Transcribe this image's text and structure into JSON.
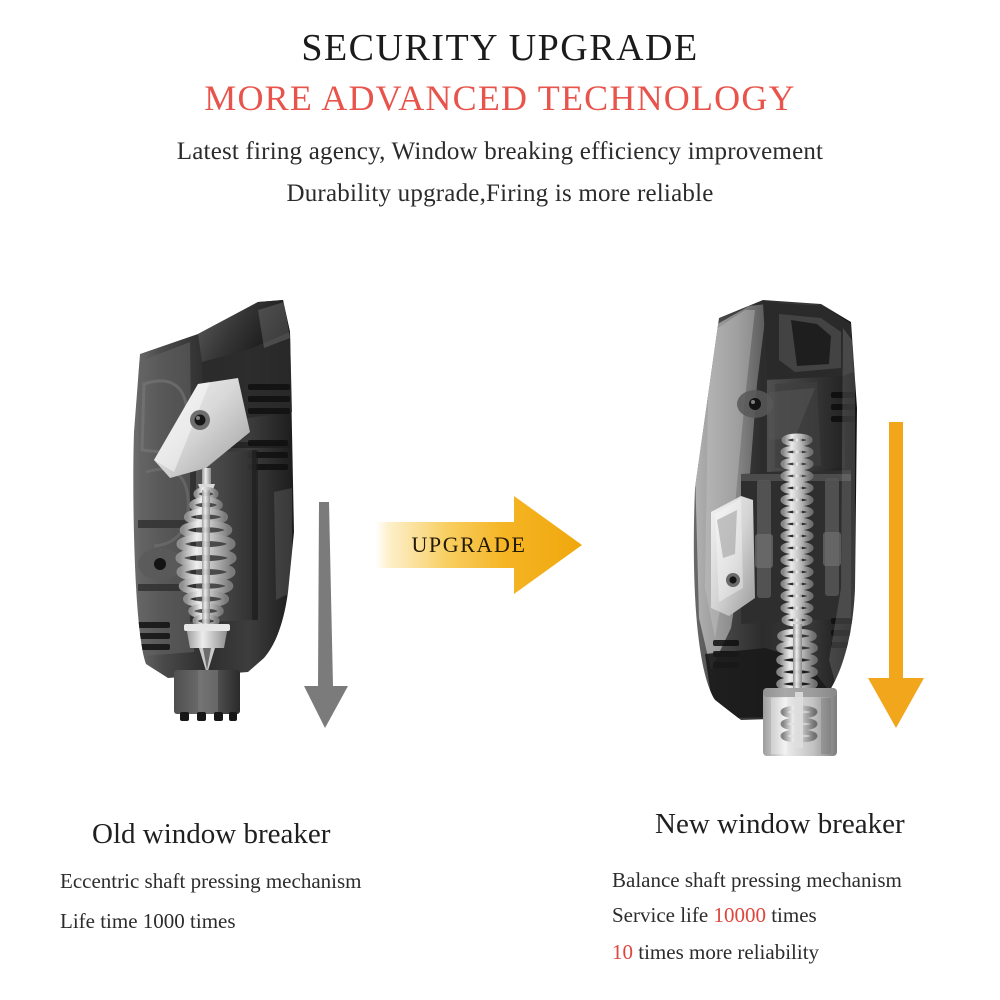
{
  "header": {
    "title": "SECURITY UPGRADE",
    "subtitle": "MORE ADVANCED TECHNOLOGY",
    "line1": "Latest firing agency, Window breaking efficiency improvement",
    "line2": "Durability upgrade,Firing is more reliable",
    "title_color": "#1b1b1b",
    "subtitle_color": "#e8544b"
  },
  "upgrade": {
    "label": "UPGRADE",
    "arrow_color": "#f5a81c",
    "arrow_color_light": "#fbe3a2"
  },
  "arrows": {
    "old_down_color": "#7b7b7b",
    "new_down_color": "#f2a61c"
  },
  "old_product": {
    "caption": "Old window breaker",
    "line1": "Eccentric shaft pressing mechanism",
    "line2": "Life time 1000 times",
    "body_color": "#3b3b3b",
    "blade_color": "#dcdcdc",
    "spring_color": "#c8c8c8"
  },
  "new_product": {
    "caption": "New window breaker",
    "line1": "Balance shaft pressing mechanism",
    "line2_prefix": "Service life ",
    "line2_value": "10000",
    "line2_suffix": " times",
    "line3_value": "10",
    "line3_suffix": " times more reliability",
    "highlight_color": "#e0453c",
    "body_color": "#3a3a3a",
    "blade_color": "#d8d8d8",
    "spring_color": "#c4c4c4"
  }
}
